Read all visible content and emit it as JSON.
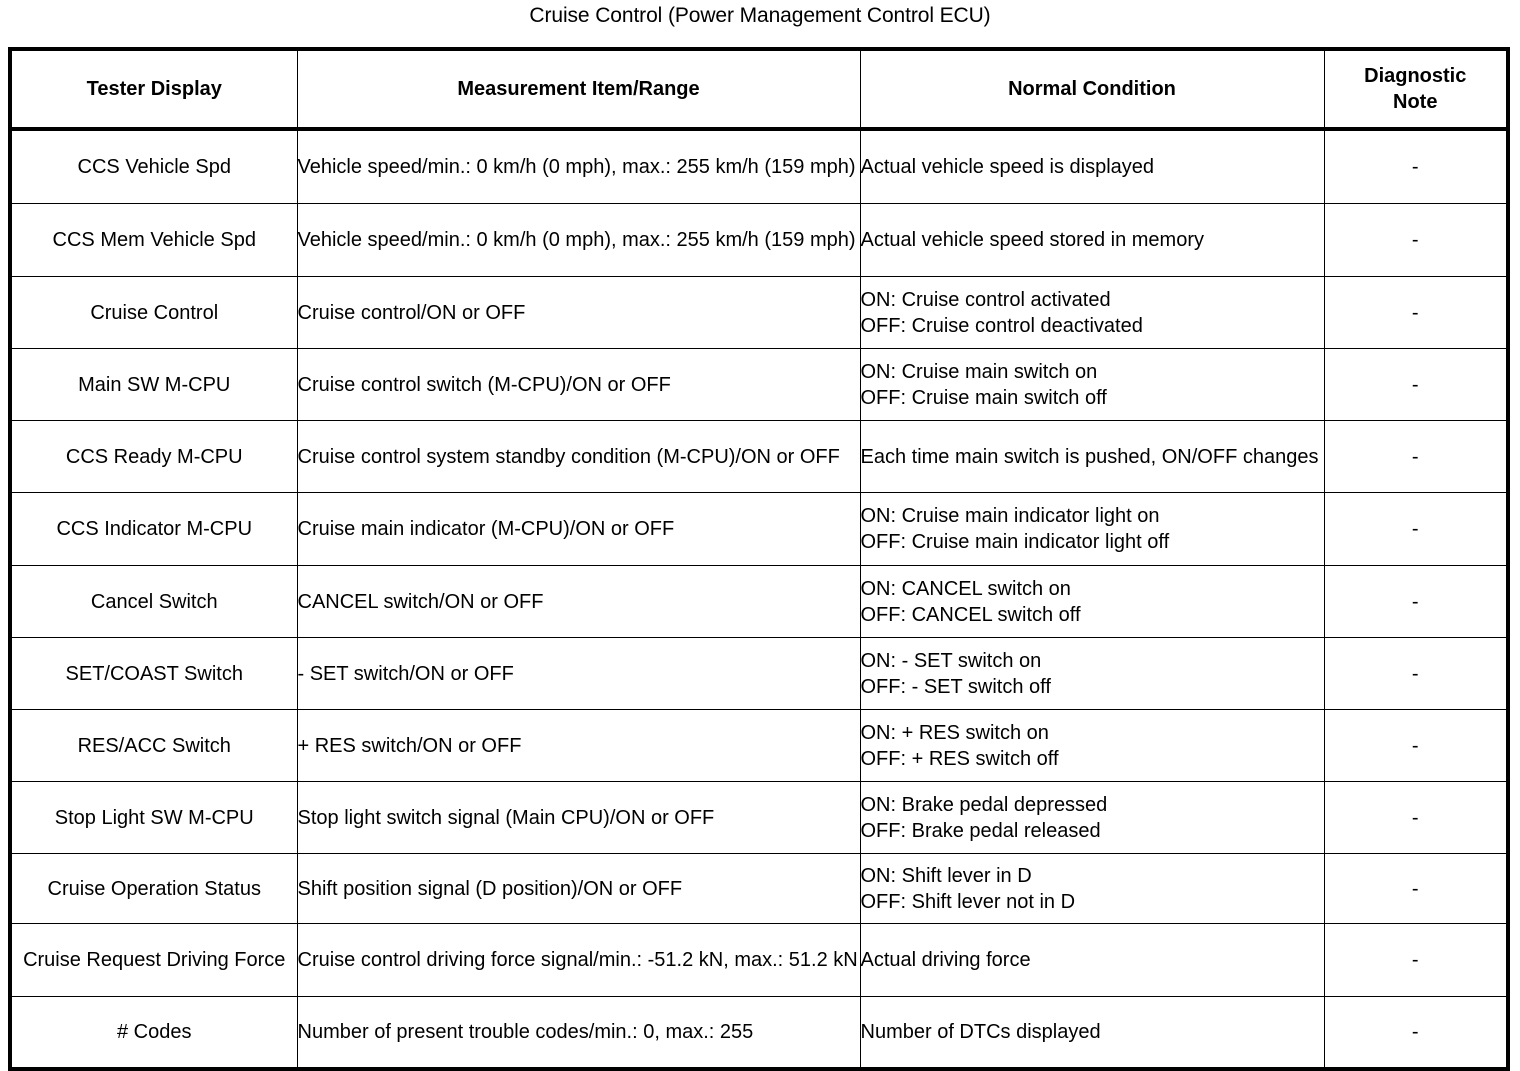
{
  "document": {
    "title": "Cruise Control (Power Management Control ECU)"
  },
  "table": {
    "headers": {
      "tester_display": "Tester Display",
      "measurement_item_range": "Measurement Item/Range",
      "normal_condition": "Normal Condition",
      "diagnostic_note": "Diagnostic\nNote"
    },
    "rows": [
      {
        "tester_display": "CCS Vehicle Spd",
        "measurement_item_range": "Vehicle speed/min.: 0 km/h (0 mph), max.: 255 km/h (159 mph)",
        "normal_condition": "Actual vehicle speed is displayed",
        "diagnostic_note": "-"
      },
      {
        "tester_display": "CCS Mem Vehicle Spd",
        "measurement_item_range": "Vehicle speed/min.: 0 km/h (0 mph), max.: 255 km/h (159 mph)",
        "normal_condition": "Actual vehicle speed stored in memory",
        "diagnostic_note": "-"
      },
      {
        "tester_display": "Cruise Control",
        "measurement_item_range": "Cruise control/ON or OFF",
        "normal_condition": "ON: Cruise control activated\nOFF: Cruise control deactivated",
        "diagnostic_note": "-"
      },
      {
        "tester_display": "Main SW M-CPU",
        "measurement_item_range": "Cruise control switch (M-CPU)/ON or OFF",
        "normal_condition": "ON: Cruise main switch on\nOFF: Cruise main switch off",
        "diagnostic_note": "-"
      },
      {
        "tester_display": "CCS Ready M-CPU",
        "measurement_item_range": "Cruise control system standby condition (M-CPU)/ON or OFF",
        "normal_condition": "Each time main switch is pushed, ON/OFF changes",
        "diagnostic_note": "-"
      },
      {
        "tester_display": "CCS Indicator M-CPU",
        "measurement_item_range": "Cruise main indicator (M-CPU)/ON or OFF",
        "normal_condition": "ON: Cruise main indicator light on\nOFF: Cruise main indicator light off",
        "diagnostic_note": "-"
      },
      {
        "tester_display": "Cancel Switch",
        "measurement_item_range": "CANCEL switch/ON or OFF",
        "normal_condition": "ON: CANCEL switch on\nOFF: CANCEL switch off",
        "diagnostic_note": "-"
      },
      {
        "tester_display": "SET/COAST Switch",
        "measurement_item_range": "- SET switch/ON or OFF",
        "normal_condition": "ON: - SET switch on\nOFF: - SET switch off",
        "diagnostic_note": "-"
      },
      {
        "tester_display": "RES/ACC Switch",
        "measurement_item_range": "+ RES switch/ON or OFF",
        "normal_condition": "ON: + RES switch on\nOFF: + RES switch off",
        "diagnostic_note": "-"
      },
      {
        "tester_display": "Stop Light SW M-CPU",
        "measurement_item_range": "Stop light switch signal (Main CPU)/ON or OFF",
        "normal_condition": "ON: Brake pedal depressed\nOFF: Brake pedal released",
        "diagnostic_note": "-"
      },
      {
        "tester_display": "Cruise Operation Status",
        "measurement_item_range": "Shift position signal (D position)/ON or OFF",
        "normal_condition": "ON: Shift lever in D\nOFF: Shift lever not in D",
        "diagnostic_note": "-"
      },
      {
        "tester_display": "Cruise Request Driving Force",
        "measurement_item_range": "Cruise control driving force signal/min.: -51.2 kN, max.: 51.2 kN",
        "normal_condition": "Actual driving force",
        "diagnostic_note": "-"
      },
      {
        "tester_display": "# Codes",
        "measurement_item_range": "Number of present trouble codes/min.: 0, max.: 255",
        "normal_condition": "Number of DTCs displayed",
        "diagnostic_note": "-"
      }
    ]
  }
}
